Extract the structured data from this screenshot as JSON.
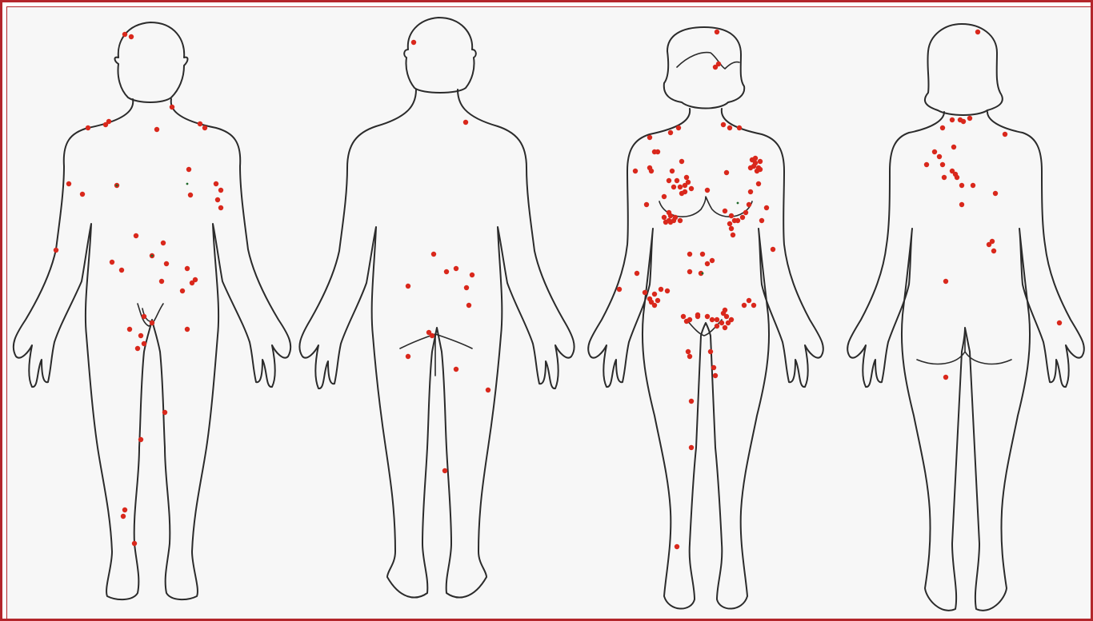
{
  "colors": {
    "frame": "#b3262b",
    "background": "#f7f7f7",
    "outline": "#2b2b2b",
    "marker": "#d9281c",
    "marker_small": "#1f6a2a"
  },
  "figures": [
    {
      "name": "male-front",
      "view": "front",
      "sex": "male",
      "marker_count": 42
    },
    {
      "name": "male-back",
      "view": "back",
      "sex": "male",
      "marker_count": 15
    },
    {
      "name": "female-front",
      "view": "front",
      "sex": "female",
      "marker_count": 110
    },
    {
      "name": "female-back",
      "view": "back",
      "sex": "female",
      "marker_count": 26
    }
  ],
  "marker_shape": "dot"
}
